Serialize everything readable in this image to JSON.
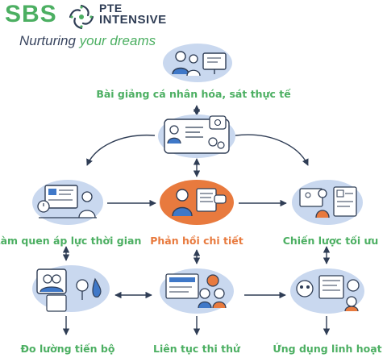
{
  "brand": {
    "name": "SBS",
    "logo_line1": "PTE",
    "logo_line2": "INTENSIVE",
    "tagline_part1": "Nurturing ",
    "tagline_part2": "your dreams"
  },
  "nodes": [
    {
      "id": "personalized-lessons",
      "label": "Bài giảng cá nhân hóa, sát thực tế",
      "icon": "teacher-students-icon"
    },
    {
      "id": "hub",
      "label": "",
      "icon": "dashboard-icon"
    },
    {
      "id": "time-pressure",
      "label": "Làm quen áp lực thời gian",
      "icon": "student-computer-icon"
    },
    {
      "id": "detailed-feedback",
      "label": "Phản hồi chi tiết",
      "icon": "feedback-icon"
    },
    {
      "id": "optimal-strategy",
      "label": "Chiến lược tối ưu",
      "icon": "strategy-icon"
    },
    {
      "id": "measure-progress",
      "label": "Đo lường tiến bộ",
      "icon": "progress-icon"
    },
    {
      "id": "continuous-mock-tests",
      "label": "Liên tục thi thử",
      "icon": "mock-test-icon"
    },
    {
      "id": "flexible-application",
      "label": "Ứng dụng linh hoạt",
      "icon": "application-icon"
    }
  ],
  "colors": {
    "green": "#4caf62",
    "orange": "#e87a3e",
    "navy": "#2f3d55",
    "bubble": "#c9d8ef"
  }
}
